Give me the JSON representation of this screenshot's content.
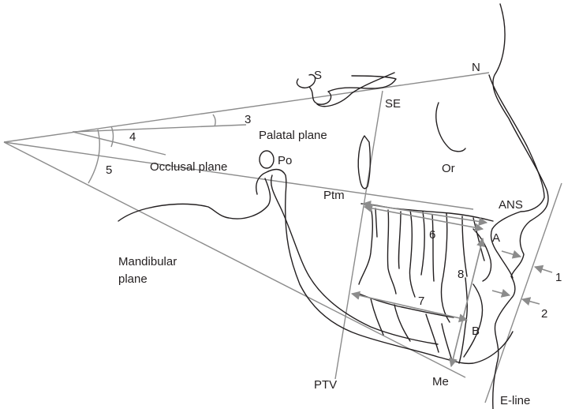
{
  "colors": {
    "reference_line": "#8c8c8c",
    "anatomy": "#231f20",
    "background": "#ffffff"
  },
  "labels": {
    "S": "S",
    "N": "N",
    "SE": "SE",
    "Or": "Or",
    "Po": "Po",
    "Ptm": "Ptm",
    "ANS": "ANS",
    "A": "A",
    "B": "B",
    "Me": "Me",
    "PTV": "PTV",
    "E_line": "E-line",
    "palatal_plane": "Palatal plane",
    "occlusal_plane": "Occlusal plane",
    "mandibular_plane_line1": "Mandibular",
    "mandibular_plane_line2": "plane"
  },
  "measurements": {
    "m1": "1",
    "m2": "2",
    "m3": "3",
    "m4": "4",
    "m5": "5",
    "m6": "6",
    "m7": "7",
    "m8": "8"
  }
}
